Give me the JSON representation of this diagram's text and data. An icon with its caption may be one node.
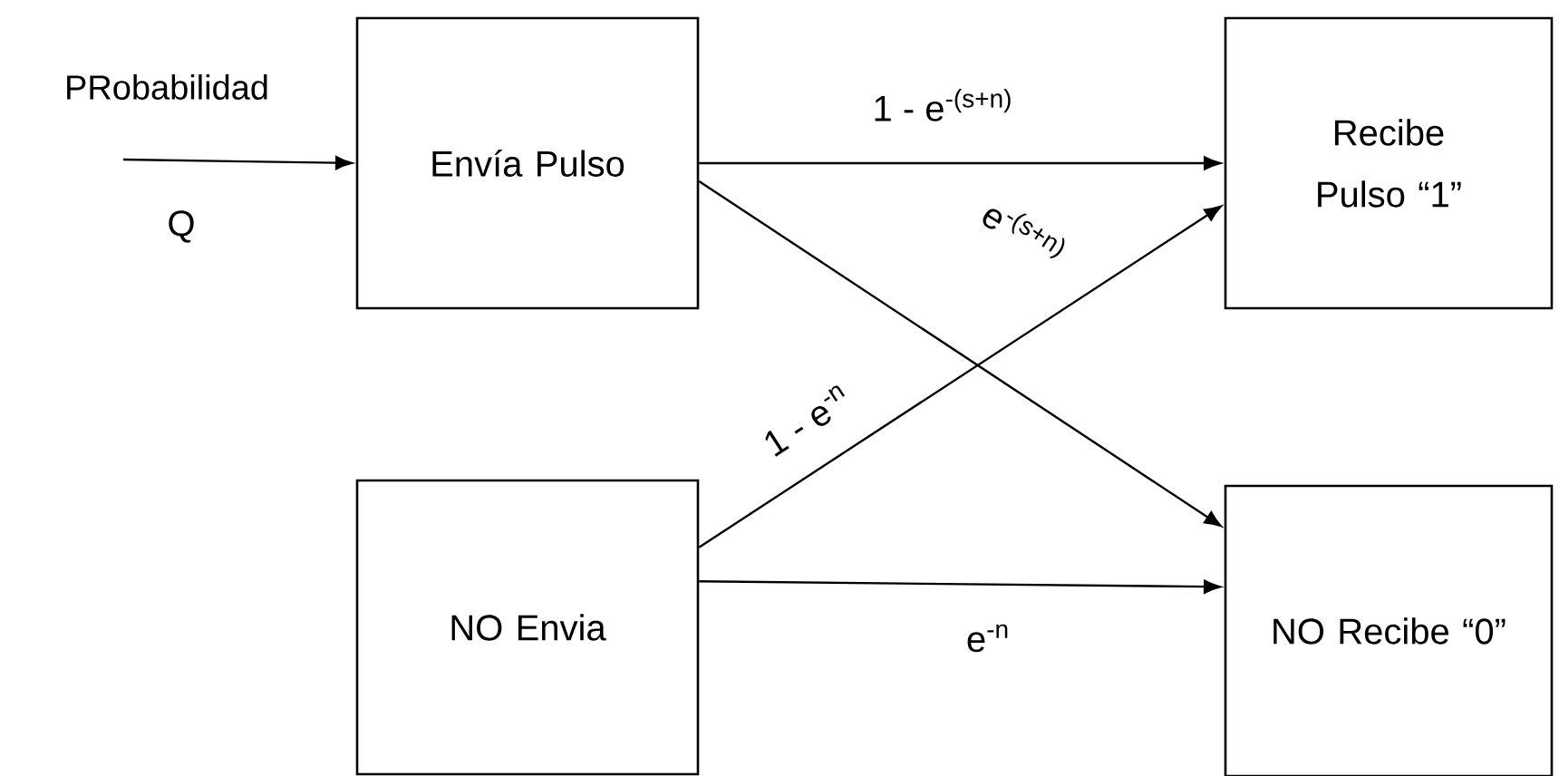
{
  "diagram": {
    "nodes": [
      {
        "text": [
          "Envía Pulso"
        ]
      },
      {
        "text": [
          "Recibe Pulso “1”"
        ]
      },
      {
        "text": [
          "NO Envia"
        ]
      },
      {
        "text": [
          "NO Recibe “0”"
        ]
      }
    ],
    "edges": [
      {
        "from": null,
        "to": 0,
        "arrow": "to",
        "label": "Q"
      },
      {
        "from": 0,
        "to": 1,
        "arrow": "to",
        "label": "1 - e$^{-(s+n)}$"
      },
      {
        "from": 0,
        "to": 3,
        "arrow": "to",
        "label": "e$^{-(s+n)}$"
      },
      {
        "from": 2,
        "to": 1,
        "arrow": "to",
        "label": "1 - e$^{-n}$"
      },
      {
        "from": 2,
        "to": 3,
        "arrow": "to",
        "label": "e$^{-n}$"
      }
    ],
    "labels": [
      "PRobabilidad"
    ]
  }
}
